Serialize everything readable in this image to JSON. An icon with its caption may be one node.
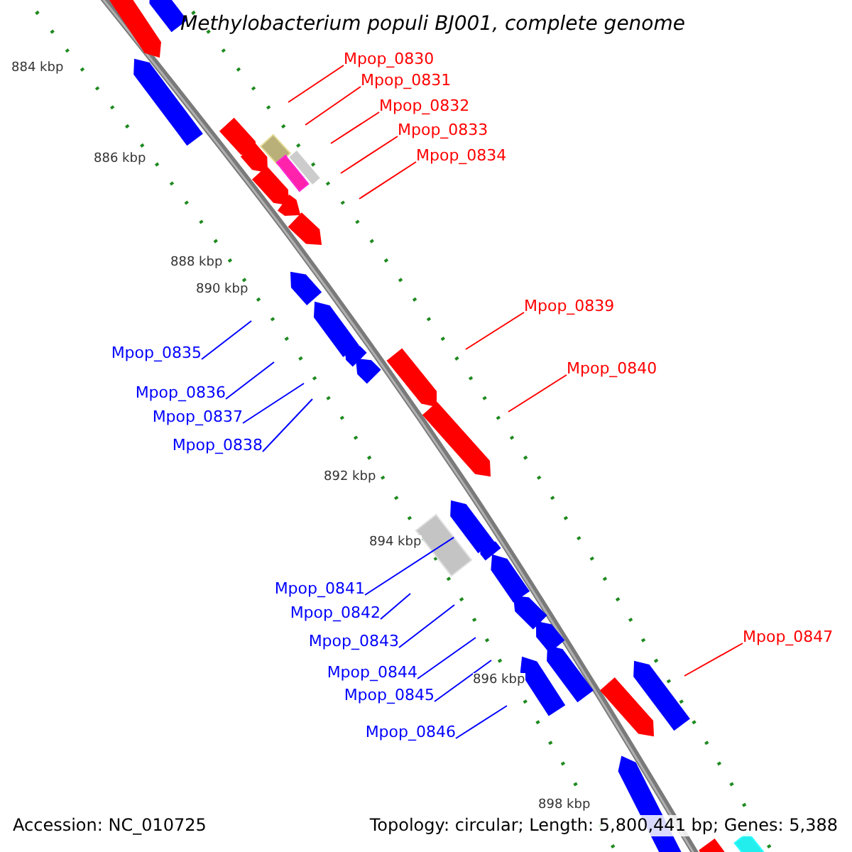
{
  "diagram": {
    "title": "Methylobacterium populi BJ001, complete genome",
    "nodes": [
      {
        "text": [
          "Mpop_0830"
        ]
      },
      {
        "text": [
          "Mpop_0831"
        ]
      },
      {
        "text": [
          "Mpop_0832"
        ]
      },
      {
        "text": [
          "Mpop_0833"
        ]
      },
      {
        "text": [
          "Mpop_0834"
        ]
      },
      {
        "text": [
          "Mpop_0835"
        ]
      },
      {
        "text": [
          "Mpop_0836"
        ]
      },
      {
        "text": [
          "Mpop_0837"
        ]
      },
      {
        "text": [
          "Mpop_0838"
        ]
      },
      {
        "text": [
          "Mpop_0839"
        ]
      },
      {
        "text": [
          "Mpop_0840"
        ]
      },
      {
        "text": [
          "Mpop_0841"
        ]
      },
      {
        "text": [
          "Mpop_0842"
        ]
      },
      {
        "text": [
          "Mpop_0843"
        ]
      },
      {
        "text": [
          "Mpop_0844"
        ]
      },
      {
        "text": [
          "Mpop_0845"
        ]
      },
      {
        "text": [
          "Mpop_0846"
        ]
      },
      {
        "text": [
          "Mpop_0847"
        ]
      },
      {
        "text": [],
        "shape": "box"
      }
    ],
    "edges": [
      {
        "from": 0,
        "to": null,
        "arrow": "none",
        "color": "#ff0000"
      },
      {
        "from": 1,
        "to": null,
        "arrow": "none",
        "color": "#ff0000"
      },
      {
        "from": 2,
        "to": null,
        "arrow": "none",
        "color": "#ff0000"
      },
      {
        "from": 3,
        "to": null,
        "arrow": "none",
        "color": "#ff0000"
      },
      {
        "from": 4,
        "to": null,
        "arrow": "none",
        "color": "#ff0000"
      },
      {
        "from": 5,
        "to": null,
        "arrow": "none"
      },
      {
        "from": 6,
        "to": null,
        "arrow": "none"
      },
      {
        "from": 7,
        "to": null,
        "arrow": "none"
      },
      {
        "from": 8,
        "to": null,
        "arrow": "none"
      },
      {
        "from": 9,
        "to": null,
        "arrow": "none",
        "color": "#ff0000"
      },
      {
        "from": 10,
        "to": null,
        "arrow": "none",
        "color": "#ff0000"
      },
      {
        "from": 11,
        "to": 18,
        "arrow": "none"
      },
      {
        "from": 12,
        "to": null,
        "arrow": "none"
      },
      {
        "from": 13,
        "to": null,
        "arrow": "none"
      },
      {
        "from": 14,
        "to": null,
        "arrow": "none"
      },
      {
        "from": 15,
        "to": null,
        "arrow": "none"
      },
      {
        "from": 16,
        "to": null,
        "arrow": "none"
      },
      {
        "from": 17,
        "to": null,
        "arrow": "none",
        "color": "#ff0000"
      }
    ],
    "labels": [
      "884 kbp",
      "886 kbp",
      "888 kbp",
      "890 kbp",
      "892 kbp",
      "894 kbp",
      "896 kbp",
      "898 kbp",
      "Accession: NC_010725",
      "Topology: circular; Length: 5,800,441 bp; Genes: 5,388"
    ]
  }
}
